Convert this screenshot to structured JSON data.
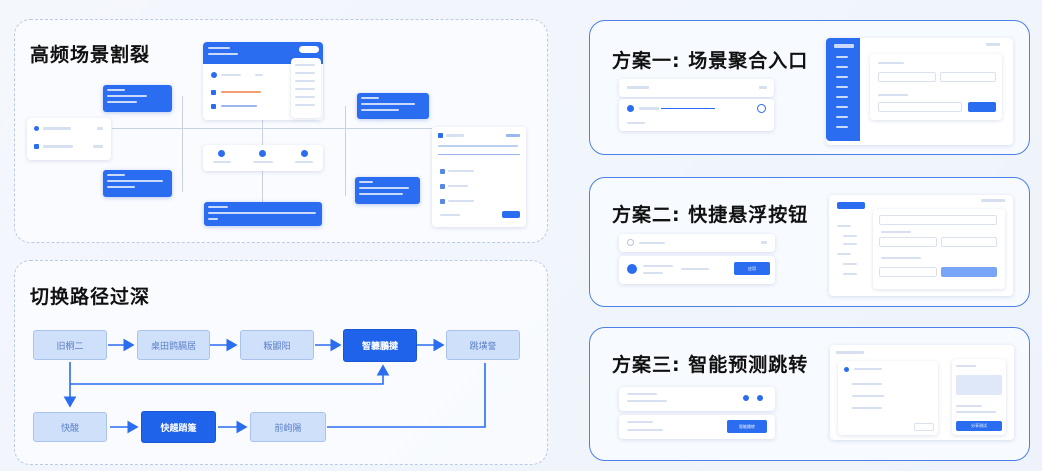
{
  "sections": {
    "problem1_title": "高频场景割裂",
    "problem2_title": "切换路径过深",
    "solution1_title": "方案一: 场景聚合入口",
    "solution2_title": "方案二: 快捷悬浮按钮",
    "solution3_title": "方案三: 智能预测跳转"
  },
  "flow": {
    "row1": [
      "旧桐二",
      "桌田鹍膈居",
      "粄鼰阳",
      "智軈鵬揵",
      "跳墴詧"
    ],
    "row2": [
      "快酸",
      "快趧踃箑",
      "前岣陽"
    ]
  },
  "mock": {
    "s2_button": "应用",
    "s3_button": "智能跳转",
    "s3_side_button": "分享测试"
  },
  "colors": {
    "accent": "#2a6df0",
    "light_node": "#cfe0fb",
    "dashed_border": "#b9c9e6"
  }
}
